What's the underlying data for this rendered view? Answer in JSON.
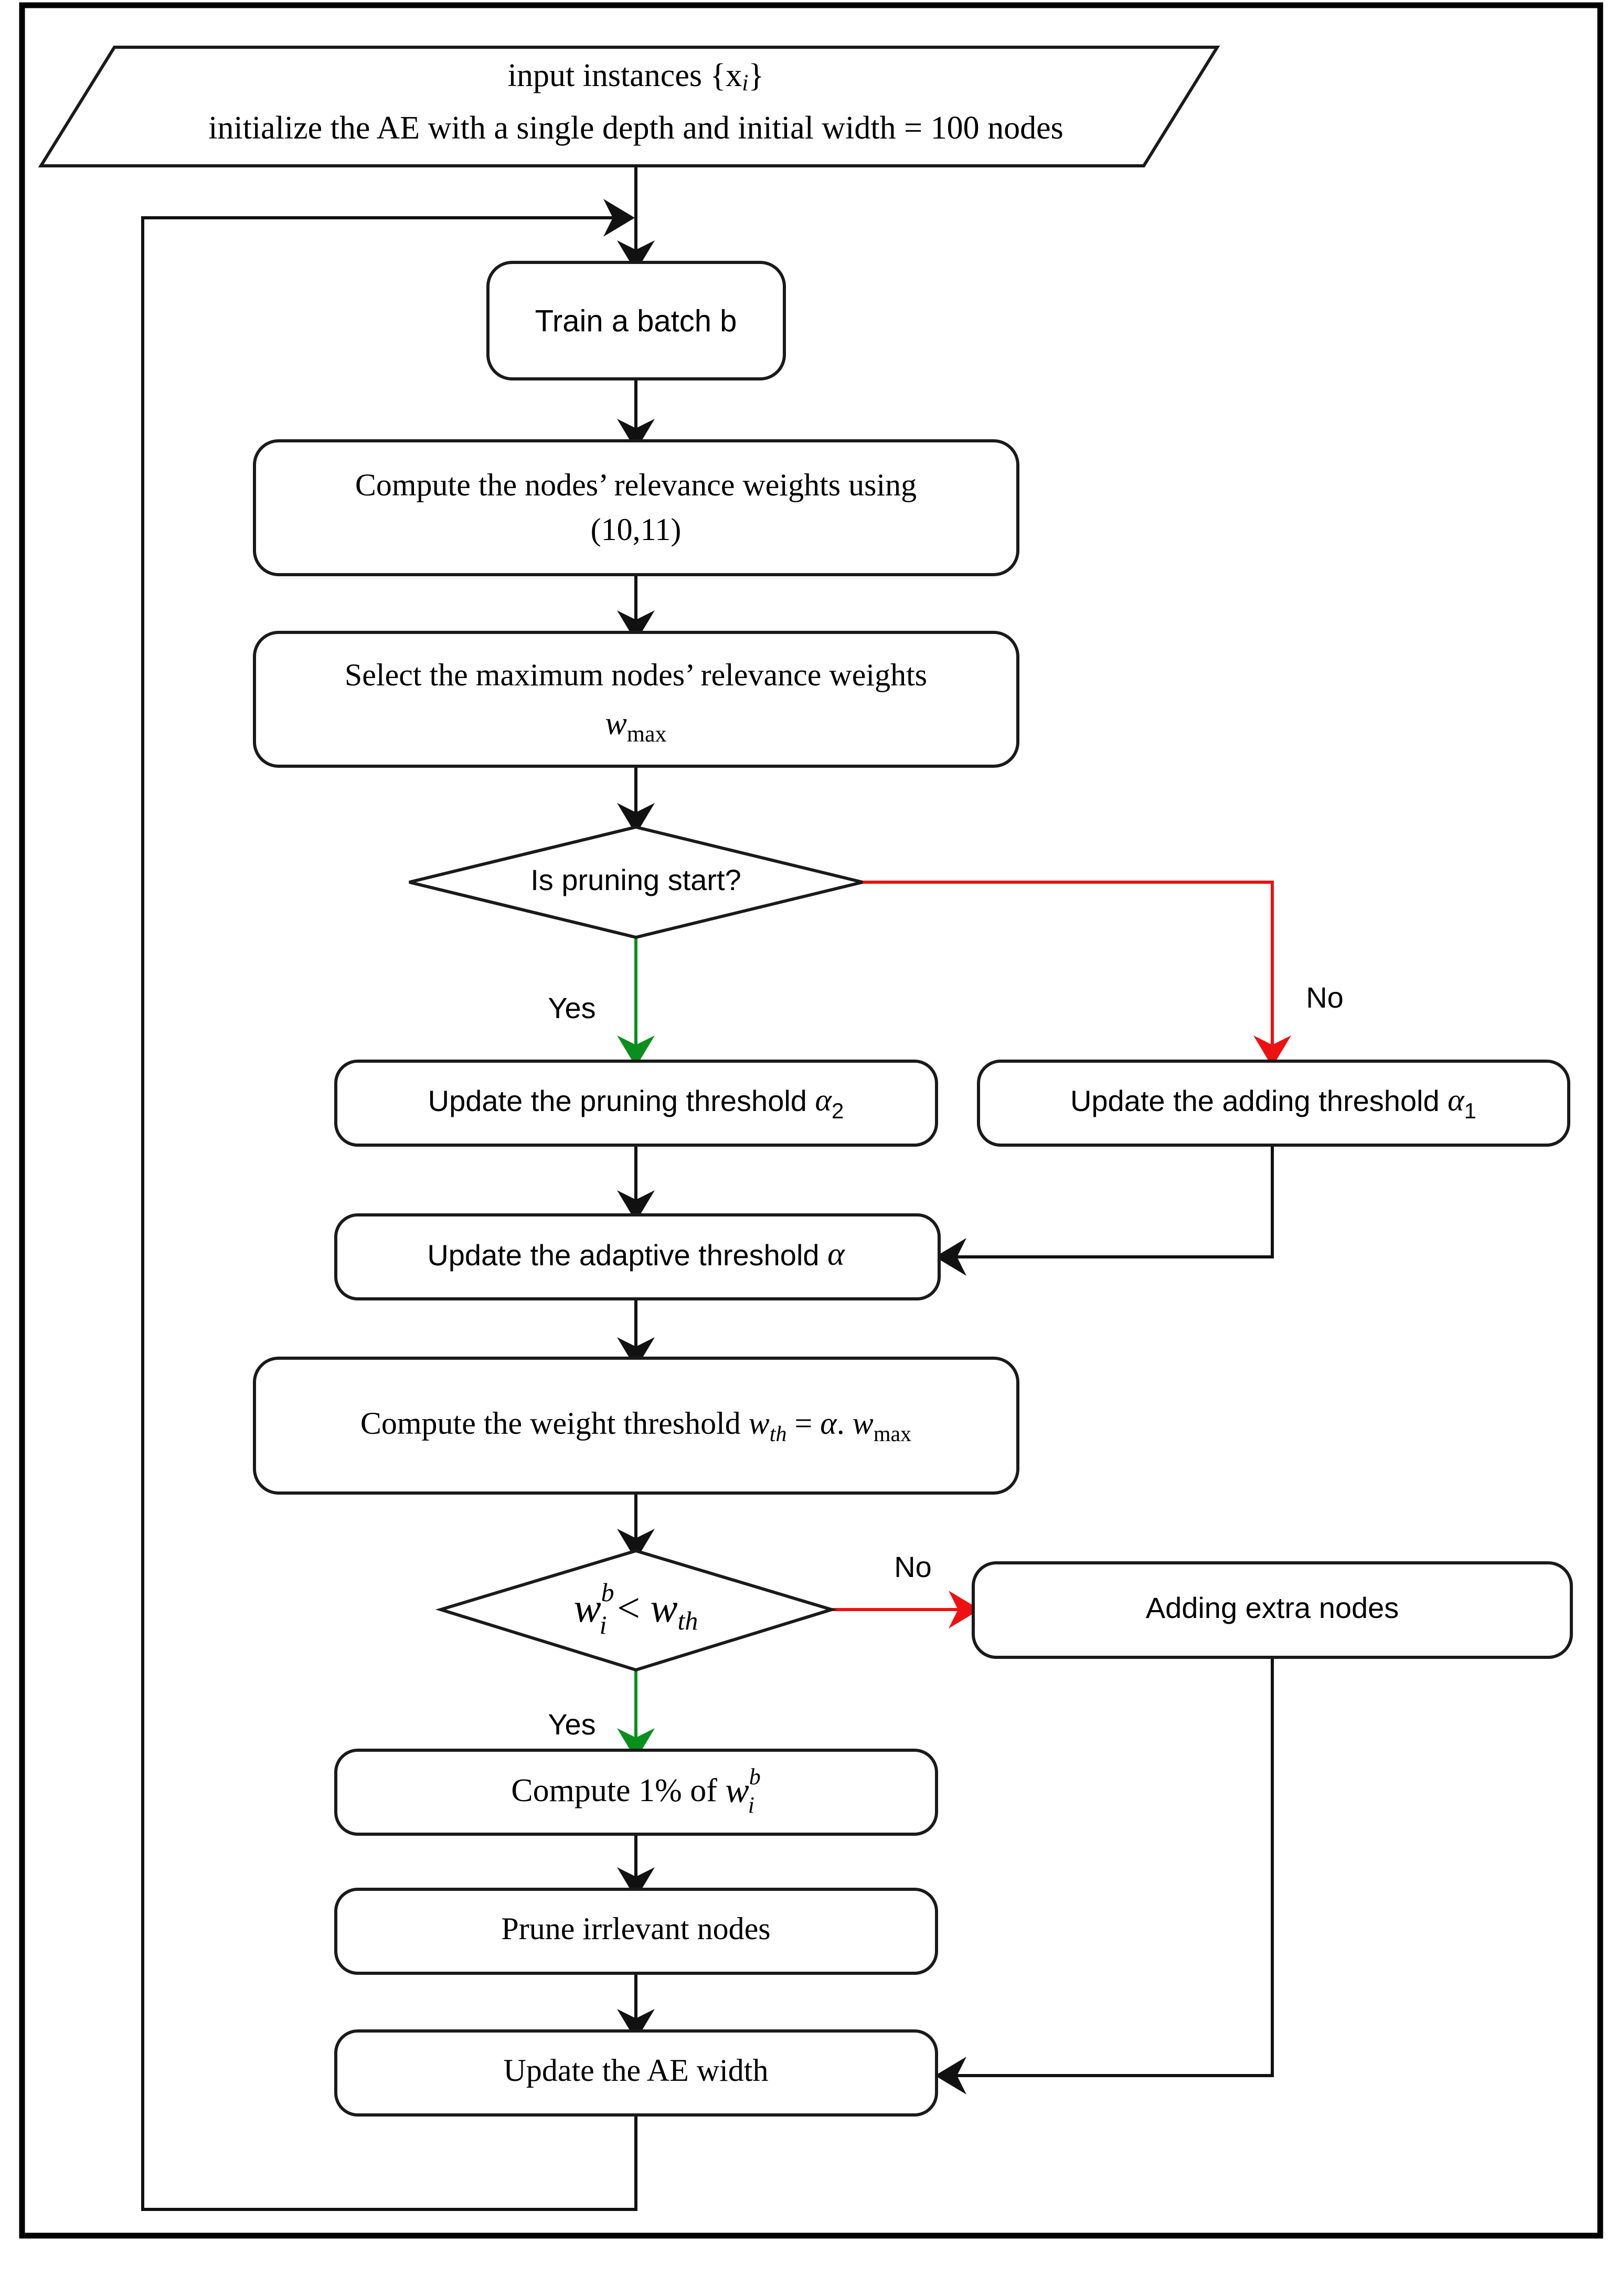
{
  "diagram": {
    "title": "Adaptive autoencoder width pruning and growing flowchart",
    "colors": {
      "yes_branch": "#0a8f1e",
      "no_branch": "#ee1111",
      "node_stroke": "#1a1a1a",
      "frame_stroke": "#000000",
      "background": "#ffffff"
    }
  },
  "nodes": {
    "input": {
      "shape": "parallelogram",
      "line1": "input instances {x",
      "line1_sub": "i",
      "line1_end": "}",
      "line2": "initialize the AE with a single depth and initial width = 100 nodes"
    },
    "train": {
      "shape": "rounded-rect",
      "label": "Train a batch b"
    },
    "compute_relevance": {
      "shape": "rounded-rect",
      "line1": "Compute the nodes’ relevance weights using",
      "line2": "(10,11)"
    },
    "select_max": {
      "shape": "rounded-rect",
      "line1": "Select the maximum nodes’ relevance weights",
      "line2_var": "w",
      "line2_sub": "max"
    },
    "decision_pruning": {
      "shape": "diamond",
      "label": "Is pruning start?"
    },
    "update_pruning_threshold": {
      "shape": "rounded-rect",
      "label": "Update the pruning threshold ",
      "symbol": "α",
      "symbol_sub": "2"
    },
    "update_adding_threshold": {
      "shape": "rounded-rect",
      "label": "Update the adding threshold ",
      "symbol": "α",
      "symbol_sub": "1"
    },
    "update_adaptive_threshold": {
      "shape": "rounded-rect",
      "label": "Update the adaptive threshold ",
      "symbol": "α"
    },
    "compute_weight_threshold": {
      "shape": "rounded-rect",
      "prefix": "Compute the weight threshold ",
      "var1": "w",
      "var1_sub": "th",
      "eq": " = ",
      "alpha": "α",
      "dot": ". ",
      "var2": "w",
      "var2_sub": "max"
    },
    "decision_weight": {
      "shape": "diamond",
      "var1": "w",
      "var1_sup": "b",
      "var1_sub": "i",
      "op": " < ",
      "var2": "w",
      "var2_sub": "th"
    },
    "adding_extra_nodes": {
      "shape": "rounded-rect",
      "label": "Adding extra nodes"
    },
    "compute_one_percent": {
      "shape": "rounded-rect",
      "prefix": "Compute 1% of ",
      "var": "w",
      "var_sup": "b",
      "var_sub": "i"
    },
    "prune_nodes": {
      "shape": "rounded-rect",
      "label": "Prune irrlevant nodes"
    },
    "update_ae_width": {
      "shape": "rounded-rect",
      "label": "Update the AE width"
    }
  },
  "edge_labels": {
    "pruning_yes": "Yes",
    "pruning_no": "No",
    "weight_yes": "Yes",
    "weight_no": "No"
  },
  "flow": {
    "edges": [
      {
        "from": "input",
        "to": "train",
        "color": "black",
        "label": ""
      },
      {
        "from": "train",
        "to": "compute_relevance",
        "color": "black",
        "label": ""
      },
      {
        "from": "compute_relevance",
        "to": "select_max",
        "color": "black",
        "label": ""
      },
      {
        "from": "select_max",
        "to": "decision_pruning",
        "color": "black",
        "label": ""
      },
      {
        "from": "decision_pruning",
        "to": "update_pruning_threshold",
        "color": "#0a8f1e",
        "label": "Yes"
      },
      {
        "from": "decision_pruning",
        "to": "update_adding_threshold",
        "color": "#ee1111",
        "label": "No"
      },
      {
        "from": "update_pruning_threshold",
        "to": "update_adaptive_threshold",
        "color": "black",
        "label": ""
      },
      {
        "from": "update_adding_threshold",
        "to": "update_adaptive_threshold",
        "color": "black",
        "label": ""
      },
      {
        "from": "update_adaptive_threshold",
        "to": "compute_weight_threshold",
        "color": "black",
        "label": ""
      },
      {
        "from": "compute_weight_threshold",
        "to": "decision_weight",
        "color": "black",
        "label": ""
      },
      {
        "from": "decision_weight",
        "to": "compute_one_percent",
        "color": "#0a8f1e",
        "label": "Yes"
      },
      {
        "from": "decision_weight",
        "to": "adding_extra_nodes",
        "color": "#ee1111",
        "label": "No"
      },
      {
        "from": "compute_one_percent",
        "to": "prune_nodes",
        "color": "black",
        "label": ""
      },
      {
        "from": "prune_nodes",
        "to": "update_ae_width",
        "color": "black",
        "label": ""
      },
      {
        "from": "adding_extra_nodes",
        "to": "update_ae_width",
        "color": "black",
        "label": ""
      },
      {
        "from": "update_ae_width",
        "to": "train",
        "color": "black",
        "label": ""
      }
    ]
  }
}
